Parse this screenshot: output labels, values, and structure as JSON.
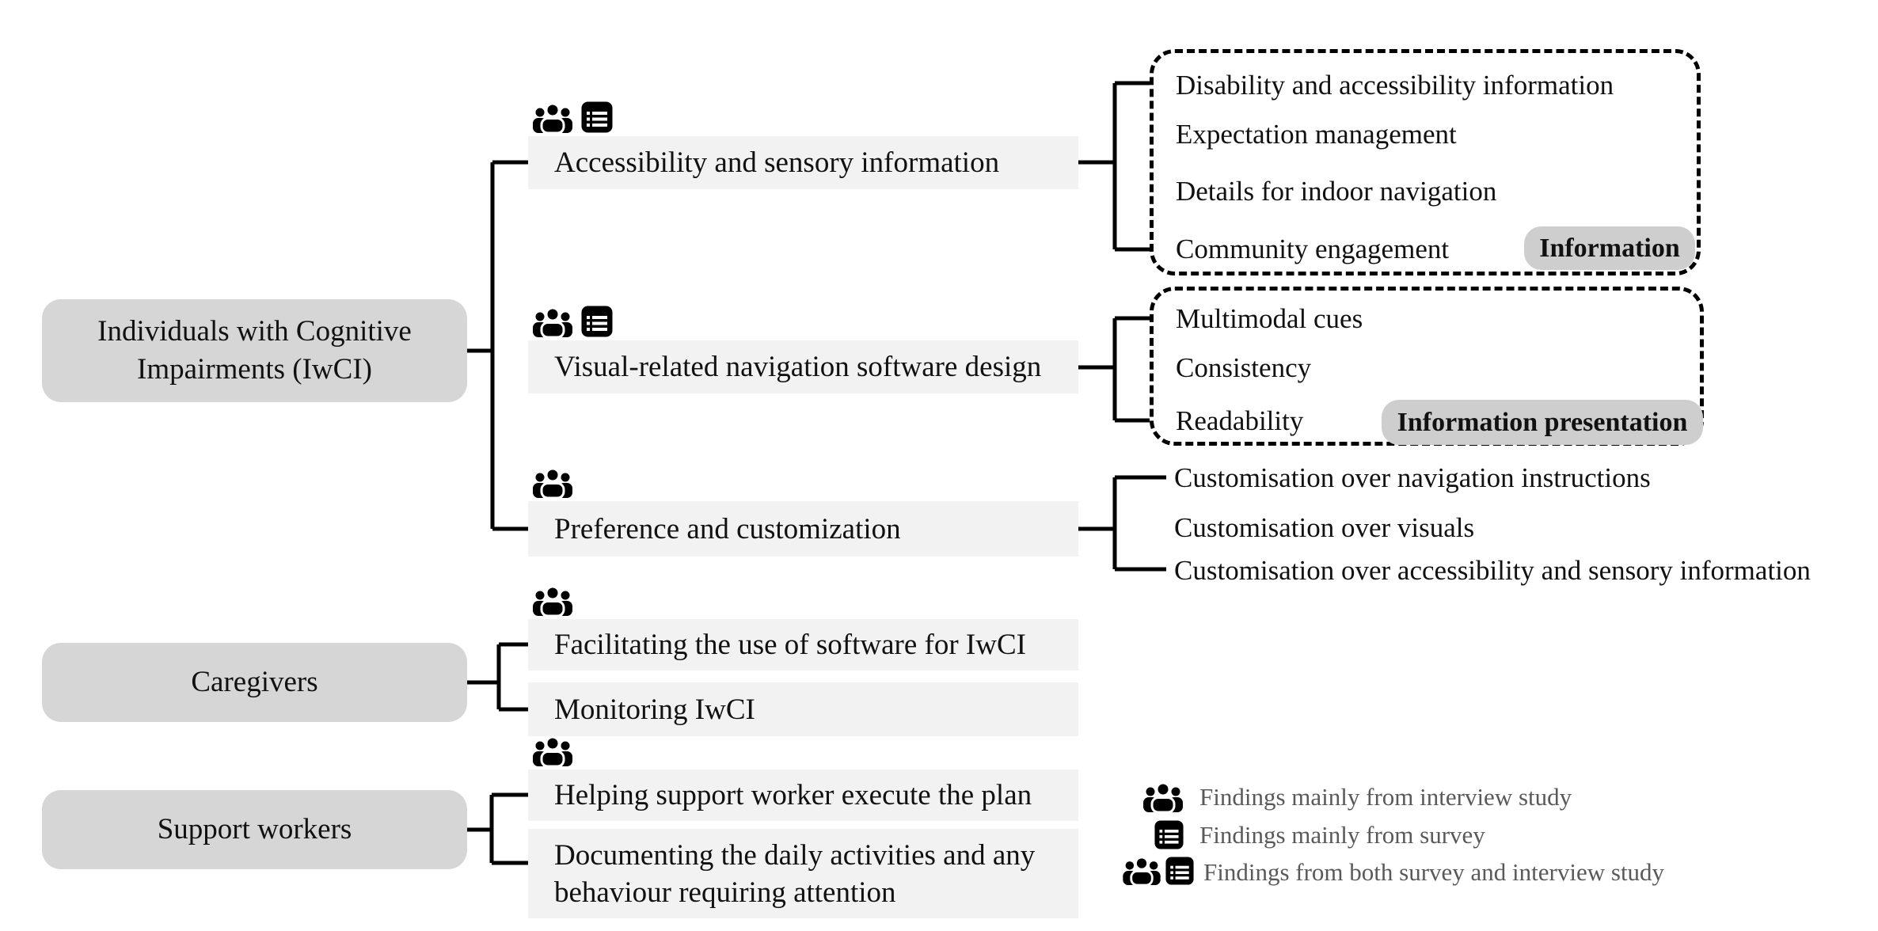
{
  "title": "Stakeholder themes and sub-themes diagram",
  "colors": {
    "group_box_fill": "#d6d6d6",
    "theme_box_fill": "#f2f2f2",
    "badge_fill": "#cecece",
    "line_color": "#000000",
    "text_color": "#111111",
    "legend_text_color": "#595959",
    "background": "#ffffff"
  },
  "groups": [
    {
      "label": "Individuals with Cognitive Impairments (IwCI)",
      "themes": [
        {
          "label": "Accessibility and sensory information",
          "sources": "interview+survey",
          "children": [
            "Disability and accessibility information",
            "Expectation management",
            "Details for indoor navigation",
            "Community engagement"
          ],
          "badge": "Information"
        },
        {
          "label": "Visual-related navigation software design",
          "sources": "interview+survey",
          "children": [
            "Multimodal cues",
            "Consistency",
            "Readability"
          ],
          "badge": "Information presentation"
        },
        {
          "label": "Preference and customization",
          "sources": "interview",
          "children": [
            "Customisation over navigation instructions",
            "Customisation over visuals",
            "Customisation over accessibility and sensory information"
          ]
        }
      ]
    },
    {
      "label": "Caregivers",
      "themes": [
        {
          "label": "Facilitating the use of software for IwCI",
          "sources": "interview"
        },
        {
          "label": "Monitoring IwCI"
        }
      ]
    },
    {
      "label": "Support workers",
      "themes": [
        {
          "label": "Helping support worker execute the plan",
          "sources": "interview"
        },
        {
          "label": "Documenting the daily activities and any behaviour requiring attention"
        }
      ]
    }
  ],
  "legend": {
    "items": [
      {
        "icons": [
          "people"
        ],
        "label": "Findings mainly from interview study"
      },
      {
        "icons": [
          "survey"
        ],
        "label": "Findings mainly from survey"
      },
      {
        "icons": [
          "people",
          "survey"
        ],
        "label": "Findings from both survey and interview study"
      }
    ]
  }
}
